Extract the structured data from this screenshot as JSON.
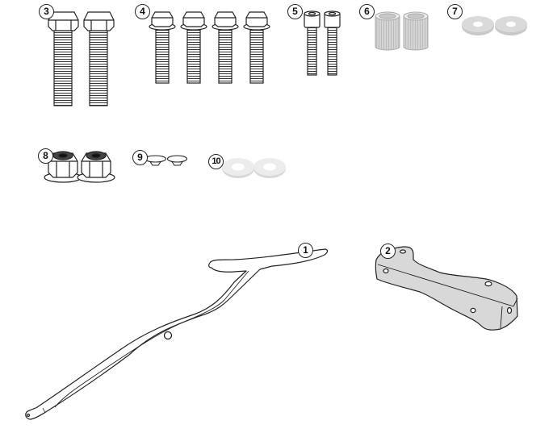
{
  "diagram": {
    "type": "parts-kit-exploded-view",
    "colors": {
      "line": "#222222",
      "metal_fill": "#ffffff",
      "grey_fill": "#d6d6d6",
      "light_grey_fill": "#e4e4e4",
      "background": "#ffffff"
    },
    "parts": [
      {
        "id": "1",
        "label": "1",
        "name": "long support bar",
        "quantity": 1
      },
      {
        "id": "2",
        "label": "2",
        "name": "mounting bracket",
        "quantity": 1
      },
      {
        "id": "3",
        "label": "3",
        "name": "long hex bolt",
        "quantity": 2
      },
      {
        "id": "4",
        "label": "4",
        "name": "flange hex bolt",
        "quantity": 4
      },
      {
        "id": "5",
        "label": "5",
        "name": "socket head cap screw",
        "quantity": 2
      },
      {
        "id": "6",
        "label": "6",
        "name": "spacer sleeve",
        "quantity": 2
      },
      {
        "id": "7",
        "label": "7",
        "name": "rubber washer",
        "quantity": 2
      },
      {
        "id": "8",
        "label": "8",
        "name": "flange lock nut",
        "quantity": 2
      },
      {
        "id": "9",
        "label": "9",
        "name": "cap plug",
        "quantity": 2
      },
      {
        "id": "10",
        "label": "10",
        "name": "flat washer",
        "quantity": 2
      }
    ]
  }
}
